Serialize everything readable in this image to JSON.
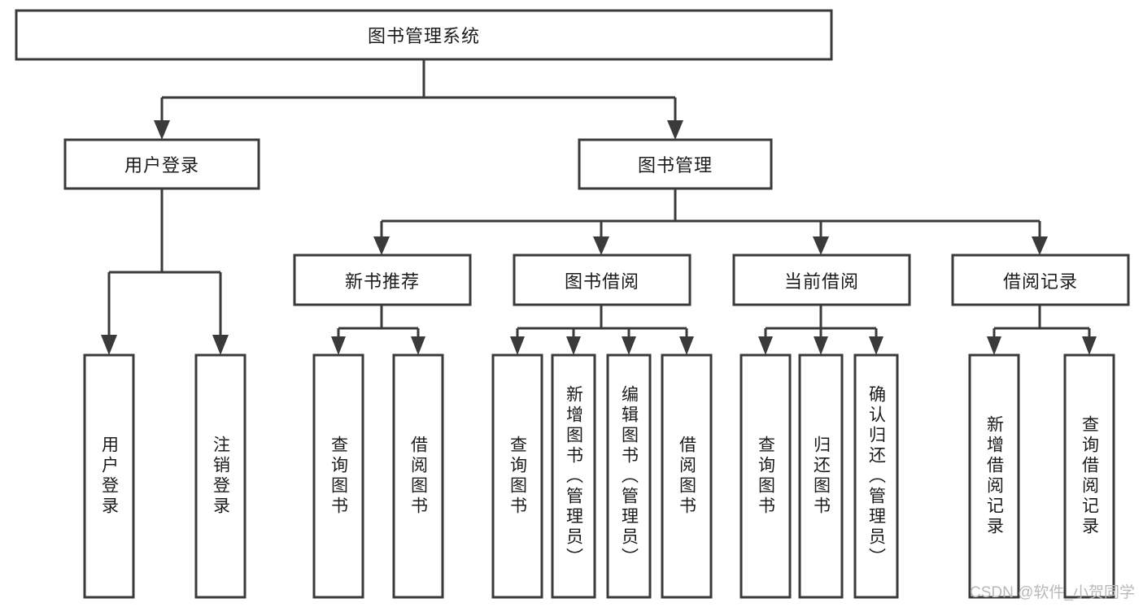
{
  "diagram": {
    "title_node": {
      "label": "图书管理系统"
    },
    "level2": [
      {
        "id": "user-login",
        "label": "用户登录"
      },
      {
        "id": "book-management",
        "label": "图书管理"
      }
    ],
    "level3": [
      {
        "id": "new-book-recommend",
        "label": "新书推荐"
      },
      {
        "id": "book-borrow",
        "label": "图书借阅"
      },
      {
        "id": "current-borrow",
        "label": "当前借阅"
      },
      {
        "id": "borrow-record",
        "label": "借阅记录"
      }
    ],
    "leaves": [
      {
        "id": "leaf-user-login",
        "label": "用户登录",
        "parent": "user-login"
      },
      {
        "id": "leaf-logout-login",
        "label": "注销登录",
        "parent": "user-login"
      },
      {
        "id": "leaf-query-book-1",
        "label": "查询图书",
        "parent": "new-book-recommend"
      },
      {
        "id": "leaf-borrow-book-1",
        "label": "借阅图书",
        "parent": "new-book-recommend"
      },
      {
        "id": "leaf-query-book-2",
        "label": "查询图书",
        "parent": "book-borrow"
      },
      {
        "id": "leaf-add-book",
        "label": "新增图书（管理员）",
        "parent": "book-borrow"
      },
      {
        "id": "leaf-edit-book",
        "label": "编辑图书（管理员）",
        "parent": "book-borrow"
      },
      {
        "id": "leaf-borrow-book-2",
        "label": "借阅图书",
        "parent": "book-borrow"
      },
      {
        "id": "leaf-query-book-3",
        "label": "查询图书",
        "parent": "current-borrow"
      },
      {
        "id": "leaf-return-book",
        "label": "归还图书",
        "parent": "current-borrow"
      },
      {
        "id": "leaf-confirm-return",
        "label": "确认归还（管理员）",
        "parent": "current-borrow"
      },
      {
        "id": "leaf-add-record",
        "label": "新增借阅记录",
        "parent": "borrow-record"
      },
      {
        "id": "leaf-query-record",
        "label": "查询借阅记录",
        "parent": "borrow-record"
      }
    ],
    "watermark": "CSDN @软件_小贺同学",
    "colors": {
      "stroke": "#3a3a3a",
      "fill": "#ffffff",
      "text": "#1b1b1b",
      "watermark": "#b9b9b9"
    }
  }
}
